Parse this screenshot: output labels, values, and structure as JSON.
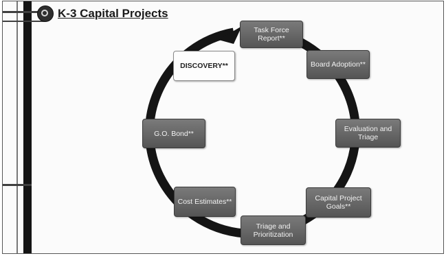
{
  "slide": {
    "title": "K-3 Capital Projects",
    "logo": "district-seal-icon"
  },
  "cycle": {
    "steps": [
      {
        "label": "Task Force Report**",
        "style": "dark"
      },
      {
        "label": "Board Adoption**",
        "style": "dark"
      },
      {
        "label": "Evaluation and Triage",
        "style": "dark"
      },
      {
        "label": "Capital Project Goals**",
        "style": "dark"
      },
      {
        "label": "Triage and Prioritization",
        "style": "dark"
      },
      {
        "label": "Cost Estimates**",
        "style": "dark"
      },
      {
        "label": "G.O. Bond**",
        "style": "dark"
      },
      {
        "label": "DISCOVERY**",
        "style": "light"
      }
    ],
    "colors": {
      "ring": "#151515",
      "step_fill": "#666666",
      "discovery_fill": "#fdfdfd"
    }
  }
}
